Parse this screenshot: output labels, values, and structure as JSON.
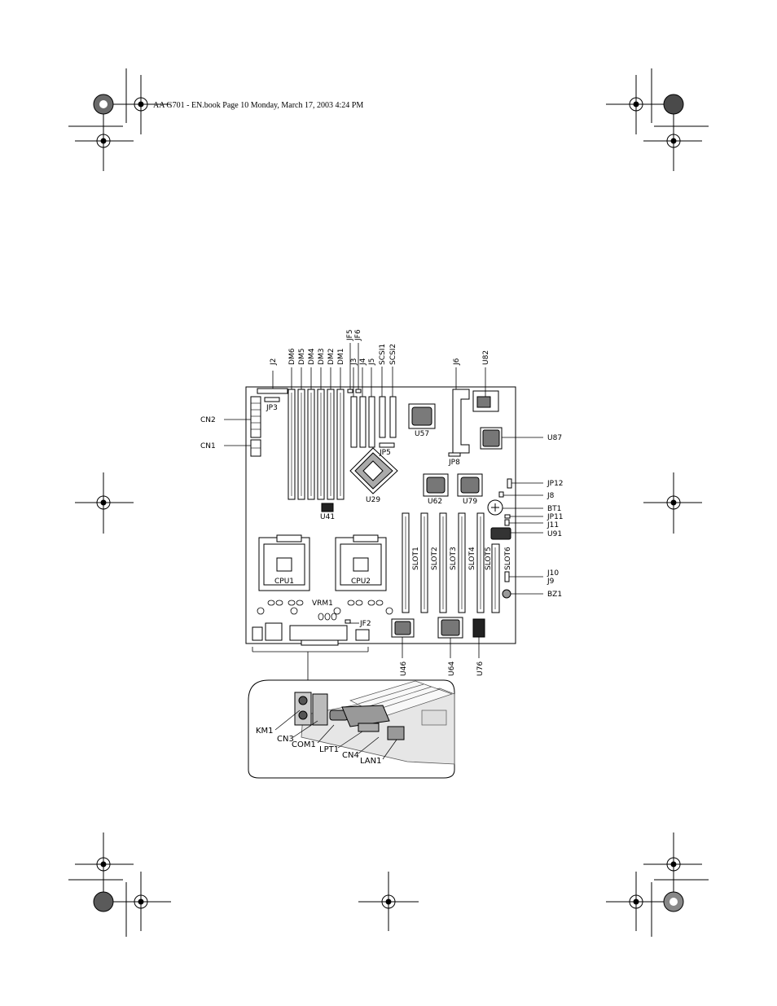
{
  "header": {
    "text": "AA G701 - EN.book  Page 10  Monday, March 17, 2003  4:24 PM"
  },
  "board": {
    "top_labels": [
      "J2",
      "DM6",
      "DM5",
      "DM4",
      "DM3",
      "DM2",
      "DM1",
      "JF5",
      "JF6",
      "J3",
      "J4",
      "J5",
      "SCSI1",
      "SCSI2",
      "J6",
      "U82"
    ],
    "left_labels": [
      "CN2",
      "CN1"
    ],
    "right_labels": [
      "U87",
      "JP12",
      "J8",
      "BT1",
      "JP11",
      "J11",
      "U91",
      "J10",
      "J9",
      "BZ1"
    ],
    "bottom_labels": [
      "U46",
      "U64",
      "U76"
    ],
    "inner_labels": [
      "JP3",
      "U57",
      "JP5",
      "JP8",
      "U29",
      "U62",
      "U79",
      "U41",
      "CPU1",
      "CPU2",
      "VRM1",
      "JF2"
    ],
    "slot_labels": [
      "SLOT1",
      "SLOT2",
      "SLOT3",
      "SLOT4",
      "SLOT5",
      "SLOT6"
    ]
  },
  "inset": {
    "labels": [
      "KM1",
      "CN3",
      "COM1",
      "LPT1",
      "CN4",
      "LAN1"
    ]
  }
}
